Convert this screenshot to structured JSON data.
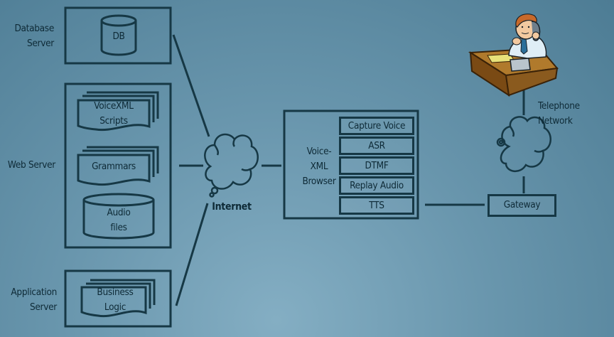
{
  "labels": {
    "database_server": "Database\nServer",
    "web_server": "Web Server",
    "application_server": "Application\nServer",
    "internet": "Internet",
    "voicexml_browser": "Voice-\nXML\nBrowser",
    "telephone_network": "Telephone\nNetwork",
    "gateway": "Gateway"
  },
  "database": {
    "label": "DB"
  },
  "web": {
    "voicexml_scripts": "VoiceXML\nScripts",
    "grammars": "Grammars",
    "audio_files": "Audio\nfiles"
  },
  "application": {
    "business_logic": "Business\nLogic"
  },
  "browser_modules": [
    "Capture Voice",
    "ASR",
    "DTMF",
    "Replay Audio",
    "TTS"
  ],
  "colors": {
    "line": "#163845",
    "text": "#0e2a36",
    "background": "#6a97ad",
    "desk": "#8a5a1e",
    "person_shirt": "#dfeef6",
    "person_hair": "#c8692a"
  }
}
